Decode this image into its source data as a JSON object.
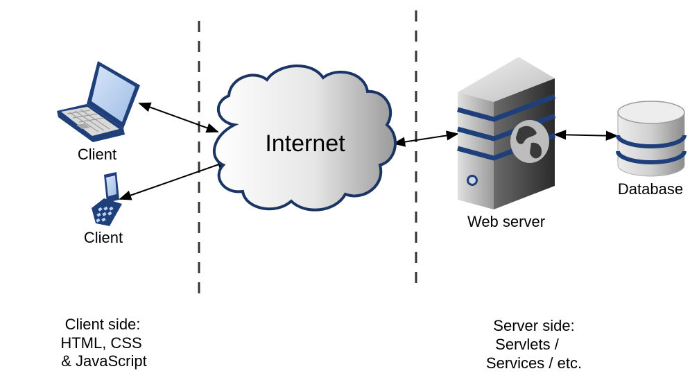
{
  "nodes": {
    "laptop_client": {
      "label": "Client"
    },
    "phone_client": {
      "label": "Client"
    },
    "internet": {
      "label": "Internet"
    },
    "web_server": {
      "label": "Web server"
    },
    "database": {
      "label": "Database"
    }
  },
  "zones": {
    "client_side": {
      "lines": [
        "Client side:",
        "HTML, CSS",
        "& JavaScript"
      ]
    },
    "server_side": {
      "lines": [
        "Server side:",
        "Servlets /",
        "Services / etc."
      ]
    }
  },
  "colors": {
    "device_blue": "#1f3f7a",
    "screen_blue": "#bcd3f2",
    "cloud_border": "#1a3563",
    "server_dark": "#3a3a3a",
    "stripe_blue": "#1f3f7a",
    "db_gray": "#c0c0c0"
  },
  "edges": [
    {
      "from": "laptop_client",
      "to": "internet",
      "bidirectional": true
    },
    {
      "from": "phone_client",
      "to": "internet",
      "bidirectional": true
    },
    {
      "from": "internet",
      "to": "web_server",
      "bidirectional": true
    },
    {
      "from": "web_server",
      "to": "database",
      "bidirectional": true
    }
  ]
}
